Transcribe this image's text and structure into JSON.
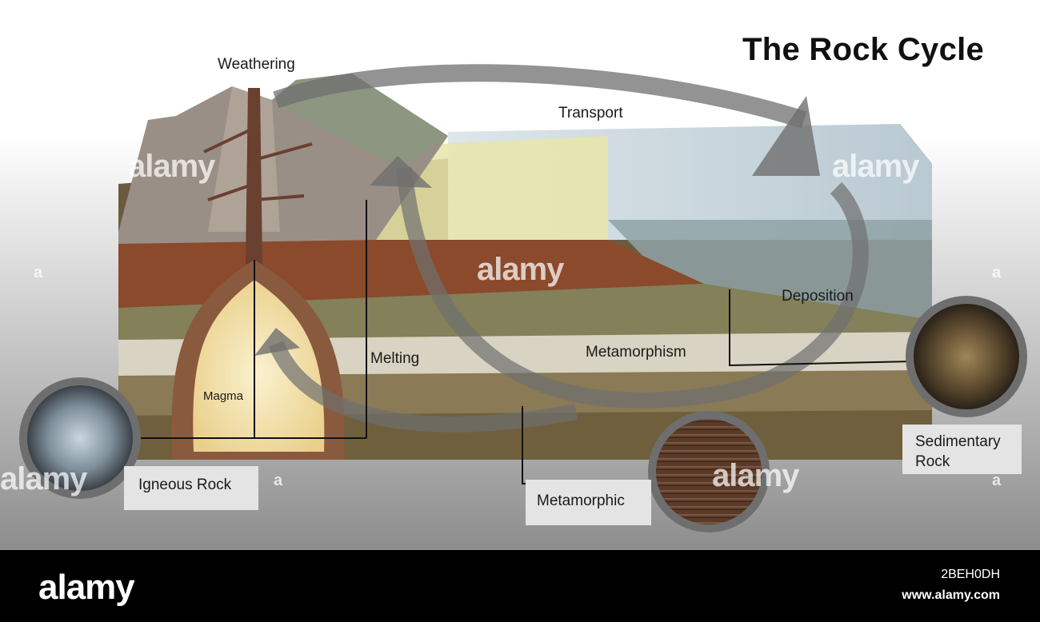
{
  "title": "The Rock Cycle",
  "labels": {
    "weathering": "Weathering",
    "transport": "Transport",
    "deposition": "Deposition",
    "melting": "Melting",
    "metamorphism": "Metamorphism",
    "magma": "Magma"
  },
  "rock_boxes": {
    "igneous": "Igneous Rock",
    "metamorphic": "Metamorphic",
    "sedimentary_line1": "Sedimentary",
    "sedimentary_line2": "Rock"
  },
  "watermark": {
    "text": "alamy",
    "letter": "a"
  },
  "footer": {
    "brand": "alamy",
    "image_code": "2BEH0DH",
    "url": "www.alamy.com"
  },
  "colors": {
    "arrow": "#6f6f6f",
    "magma": "#f3e3ad",
    "water": "#a9bcc4"
  }
}
